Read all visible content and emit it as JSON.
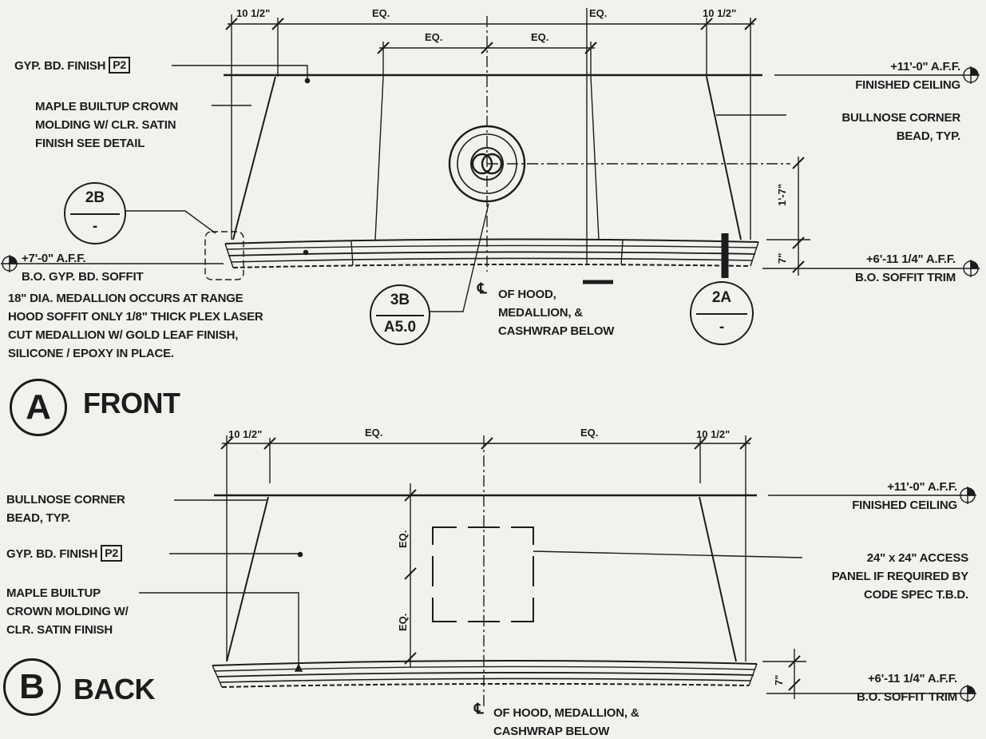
{
  "elevation_a": {
    "circle_letter": "A",
    "title": "FRONT",
    "dims": {
      "left_offset": "10 1/2\"",
      "eq_top_left": "EQ.",
      "eq_top_right": "EQ.",
      "eq_inner_left": "EQ.",
      "eq_inner_right": "EQ.",
      "right_offset": "10 1/2\"",
      "vert_upper": "1'-7\"",
      "vert_lower": "7\""
    },
    "notes": {
      "gyp_finish": "GYP. BD. FINISH",
      "gyp_finish_tag": "P2",
      "crown_molding": [
        "MAPLE BUILTUP CROWN",
        "MOLDING W/ CLR. SATIN",
        "FINISH SEE DETAIL"
      ],
      "bullnose": [
        "BULLNOSE CORNER",
        "BEAD, TYP."
      ],
      "ceiling_elev": "+11'-0\" A.F.F.",
      "ceiling_label": "FINISHED CEILING",
      "soffit_elev": "+7'-0\" A.F.F.",
      "soffit_label": "B.O. GYP. BD. SOFFIT",
      "trim_elev": "+6'-11 1/4\" A.F.F.",
      "trim_label": "B.O. SOFFIT TRIM",
      "medallion": [
        "18\" DIA. MEDALLION OCCURS AT RANGE",
        "HOOD SOFFIT ONLY 1/8\" THICK PLEX LASER",
        "CUT MEDALLION W/ GOLD LEAF FINISH,",
        "SILICONE / EPOXY IN PLACE."
      ],
      "centerline": [
        "OF HOOD,",
        "MEDALLION, &",
        "CASHWRAP BELOW"
      ]
    },
    "bubbles": [
      {
        "top": "2B",
        "bottom": "-"
      },
      {
        "top": "3B",
        "bottom": "A5.0"
      },
      {
        "top": "2A",
        "bottom": "-"
      }
    ]
  },
  "elevation_b": {
    "circle_letter": "B",
    "title": "BACK",
    "dims": {
      "left_offset": "10 1/2\"",
      "eq_left": "EQ.",
      "eq_right": "EQ.",
      "right_offset": "10 1/2\"",
      "vert_eq_upper": "EQ.",
      "vert_eq_lower": "EQ.",
      "vert_trim": "7\""
    },
    "notes": {
      "bullnose": [
        "BULLNOSE CORNER",
        "BEAD, TYP."
      ],
      "gyp_finish": "GYP. BD. FINISH",
      "gyp_finish_tag": "P2",
      "crown_molding": [
        "MAPLE BUILTUP",
        "CROWN MOLDING W/",
        "CLR. SATIN FINISH"
      ],
      "ceiling_elev": "+11'-0\" A.F.F.",
      "ceiling_label": "FINISHED CEILING",
      "access_panel": [
        "24\" x 24\" ACCESS",
        "PANEL IF REQUIRED BY",
        "CODE SPEC T.B.D."
      ],
      "trim_elev": "+6'-11 1/4\" A.F.F.",
      "trim_label": "B.O. SOFFIT TRIM",
      "centerline": [
        "OF HOOD, MEDALLION, &",
        "CASHWRAP BELOW"
      ]
    }
  }
}
